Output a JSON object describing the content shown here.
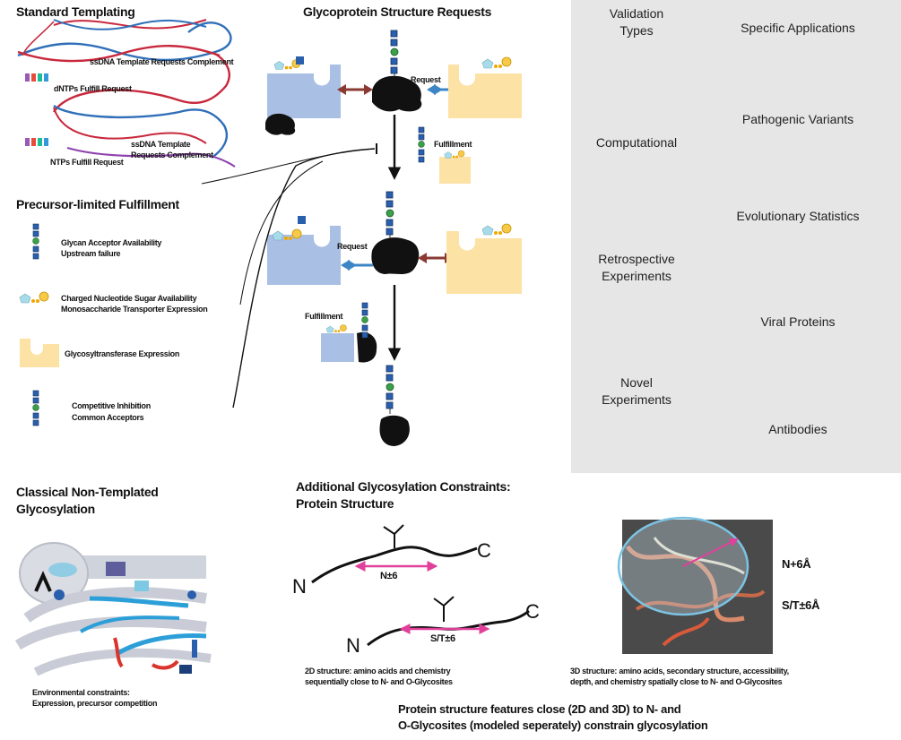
{
  "standard": {
    "title": "Standard Templating",
    "dna_label": "ssDNA Template Requests Complement",
    "dntp_label": "dNTPs Fulfill Request",
    "rna_label_1": "ssDNA Template",
    "rna_label_2": "Requests Complement",
    "ntp_label": "NTPs Fulfill Request"
  },
  "glycoprotein": {
    "title": "Glycoprotein Structure Requests",
    "request_1": "Request",
    "fulfillment_1": "Fulfillment",
    "request_2": "Request",
    "fulfillment_2": "Fulfillment"
  },
  "precursor": {
    "title": "Precursor-limited Fulfillment",
    "item1_line1": "Glycan Acceptor Availability",
    "item1_line2": "Upstream failure",
    "item2_line1": "Charged Nucleotide Sugar Availability",
    "item2_line2": "Monosaccharide Transporter Expression",
    "item3_line1": "Glycosyltransferase Expression",
    "item4_line1": "Competitive Inhibition",
    "item4_line2": "Common Acceptors"
  },
  "validation": {
    "types_title_1": "Validation",
    "types_title_2": "Types",
    "apps_title": "Specific Applications",
    "computational": "Computational",
    "retro_1": "Retrospective",
    "retro_2": "Experiments",
    "novel_1": "Novel",
    "novel_2": "Experiments",
    "pathogenic": "Pathogenic Variants",
    "evolutionary": "Evolutionary Statistics",
    "viral": "Viral Proteins",
    "antibodies": "Antibodies"
  },
  "classical": {
    "title_1": "Classical Non-Templated",
    "title_2": "Glycosylation",
    "caption_1": "Environmental constraints:",
    "caption_2": "Expression, precursor competition"
  },
  "constraints": {
    "title_1": "Additional Glycosylation Constraints:",
    "title_2": "Protein Structure",
    "n_label_1": "N",
    "c_label_1": "C",
    "range_1": "N±6",
    "n_label_2": "N",
    "c_label_2": "C",
    "range_2": "S/T±6",
    "cap2d_1": "2D structure: amino acids and chemistry",
    "cap2d_2": "sequentially close to N- and O-Glycosites",
    "label3d_1": "N+6Å",
    "label3d_2": "S/T±6Å",
    "cap3d_1": "3D structure: amino acids, secondary structure, accessibility,",
    "cap3d_2": "depth, and chemistry spatially close to N- and O-Glycosites",
    "summary_1": "Protein structure features close (2D and 3D) to N- and",
    "summary_2": "O-Glycosites (modeled seperately) constrain glycosylation"
  },
  "colors": {
    "blue_enzyme": "#a9bfe3",
    "yellow_enzyme": "#fde2a6",
    "panel_bg": "#e6e6e6",
    "dna_red": "#c8283c",
    "dna_blue": "#2f6fb8",
    "magenta": "#e0409a",
    "arrow_blue": "#3d86c6",
    "arrow_brown": "#8b3a33"
  }
}
